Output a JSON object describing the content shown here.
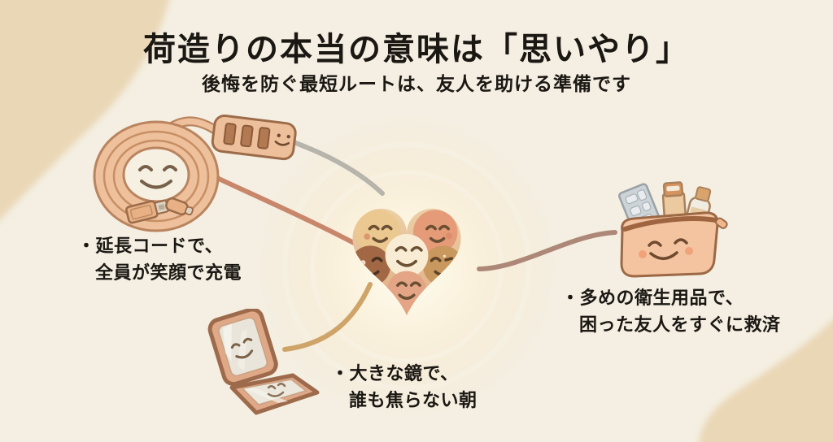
{
  "header": {
    "title": "荷造りの本当の意味は「思いやり」",
    "subtitle": "後悔を防ぐ最短ルートは、友人を助ける準備です"
  },
  "center": {
    "icon": "heart-of-smiling-faces",
    "faces_count": 6
  },
  "items": [
    {
      "id": "extension-cord",
      "icon": "coiled-extension-cord-with-power-strip",
      "line1": "・延長コードで、",
      "line2": "全員が笑顔で充電"
    },
    {
      "id": "compact-mirror",
      "icon": "folding-compact-mirror",
      "line1": "・大きな鏡で、",
      "line2": "誰も焦らない朝"
    },
    {
      "id": "hygiene-pouch",
      "icon": "pouch-with-hygiene-supplies",
      "line1": "・多めの衛生用品で、",
      "line2": "困った友人をすぐに救済"
    }
  ],
  "colors": {
    "background": "#f4efe2",
    "corner_blob": "#ead7b5",
    "text": "#1b1713",
    "connector_gray": "#b7b4ab",
    "connector_salmon": "#c8876a",
    "connector_gold": "#cfa469",
    "connector_mauve": "#ad8878",
    "illustration_salmon": "#eec09c",
    "outline_brown": "#9c6b49"
  }
}
